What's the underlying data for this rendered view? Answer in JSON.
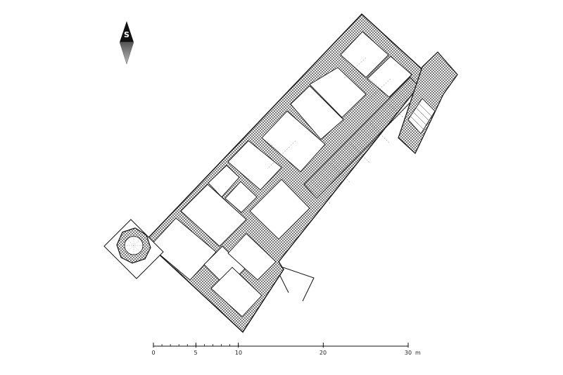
{
  "north_arrow": {
    "letter": "S"
  },
  "scale_bar": {
    "ticks": [
      {
        "value": 0,
        "label": "0"
      },
      {
        "value": 5,
        "label": "5"
      },
      {
        "value": 10,
        "label": "10"
      },
      {
        "value": 20,
        "label": "20"
      },
      {
        "value": 30,
        "label": "30"
      }
    ],
    "unit": "m",
    "max": 30
  }
}
